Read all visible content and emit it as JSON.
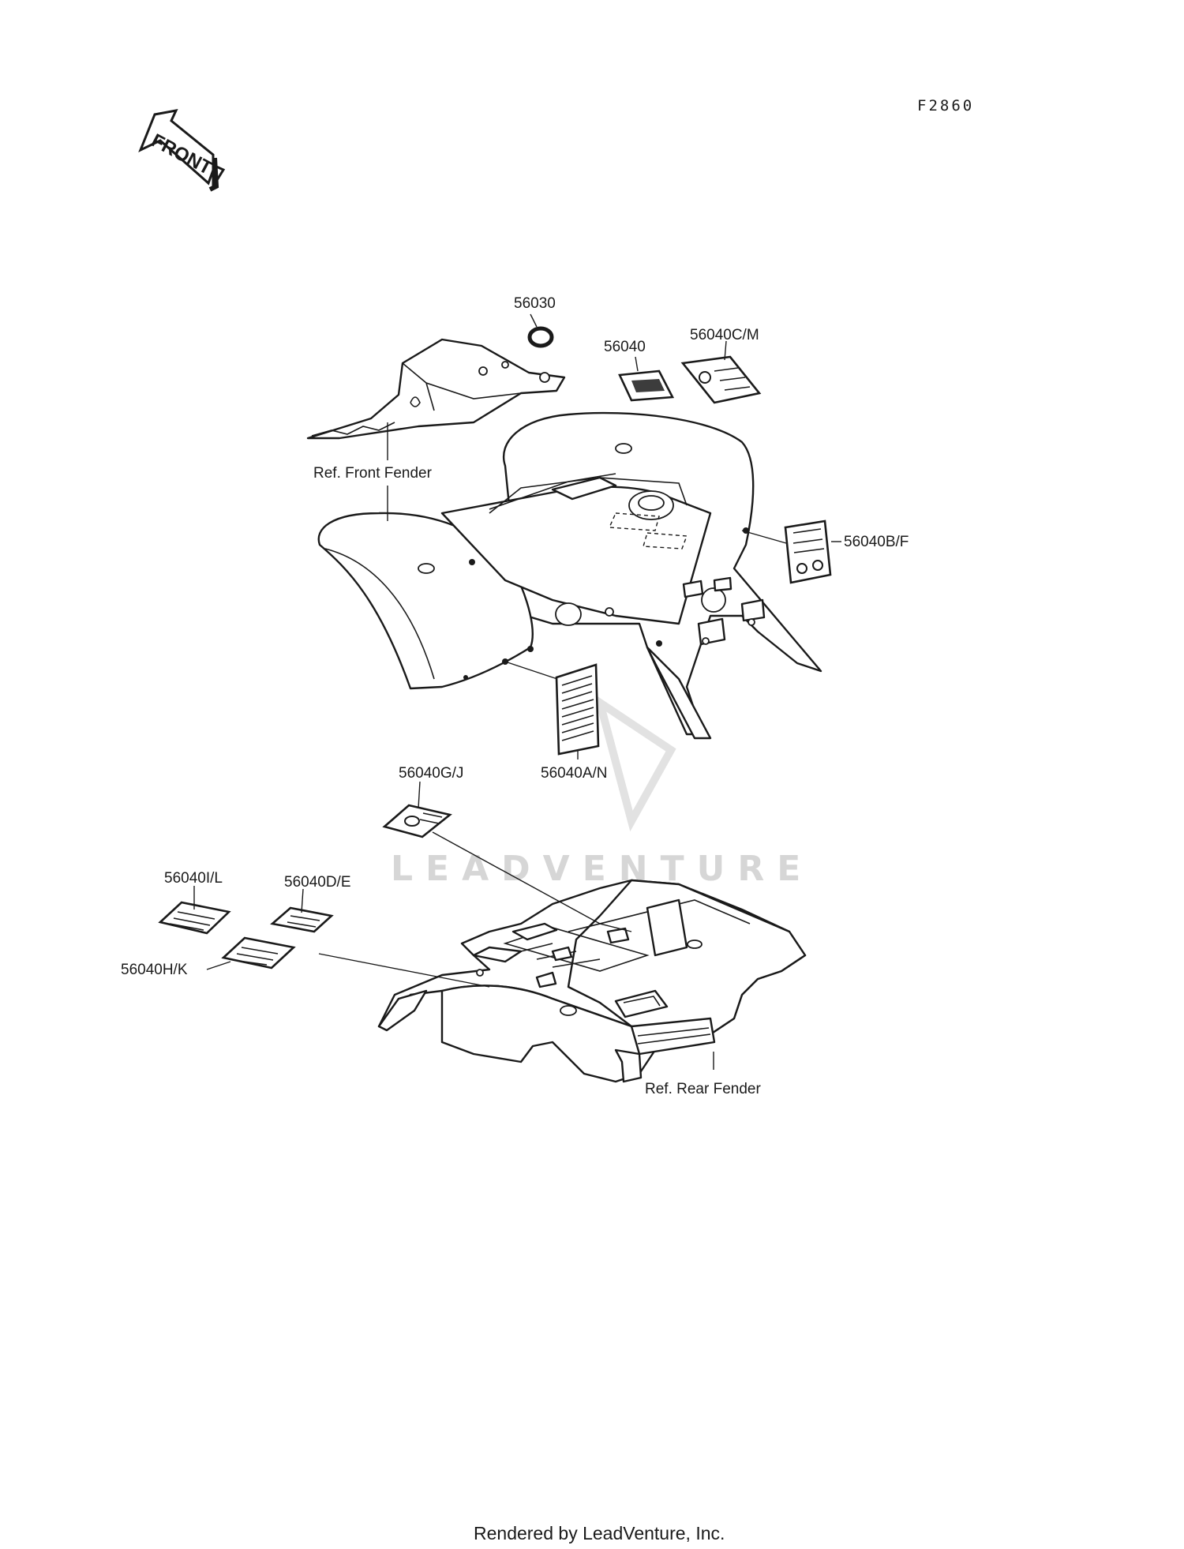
{
  "diagram_code": "F2860",
  "direction_label": "FRONT",
  "watermark": "LEADVENTURE",
  "footer": "Rendered by LeadVenture, Inc.",
  "parts": {
    "p56030": "56030",
    "p56040": "56040",
    "p56040CM": "56040C/M",
    "p56040BF": "56040B/F",
    "p56040AN": "56040A/N",
    "p56040GJ": "56040G/J",
    "p56040IL": "56040I/L",
    "p56040DE": "56040D/E",
    "p56040HK": "56040H/K"
  },
  "references": {
    "front_fender": "Ref. Front Fender",
    "rear_fender": "Ref. Rear Fender"
  }
}
